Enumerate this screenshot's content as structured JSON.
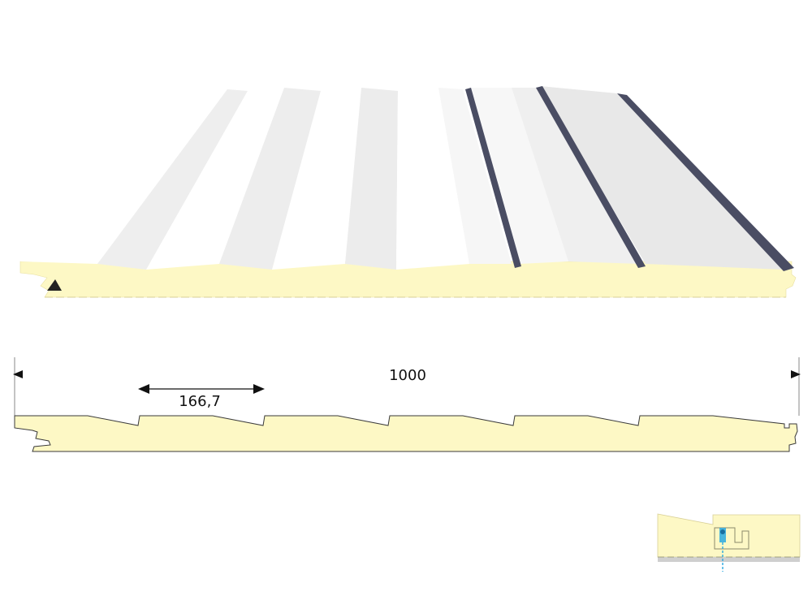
{
  "dimensions": {
    "total_width_label": "1000",
    "rib_spacing_label": "166,7"
  },
  "colors": {
    "core_foam": "#fdf8c5",
    "core_outline": "#3a3a3a",
    "face_white": "#ffffff",
    "face_light": "#f4f4f4",
    "face_shadow": "#e6e6e6",
    "face_edge": "#4a4d63",
    "drainage_blue": "#2aa9e0",
    "base_plate": "#cfcfcf"
  },
  "icons": {
    "dimension_arrow": "arrowhead-triangle",
    "fastener": "screw-fastener-icon"
  }
}
